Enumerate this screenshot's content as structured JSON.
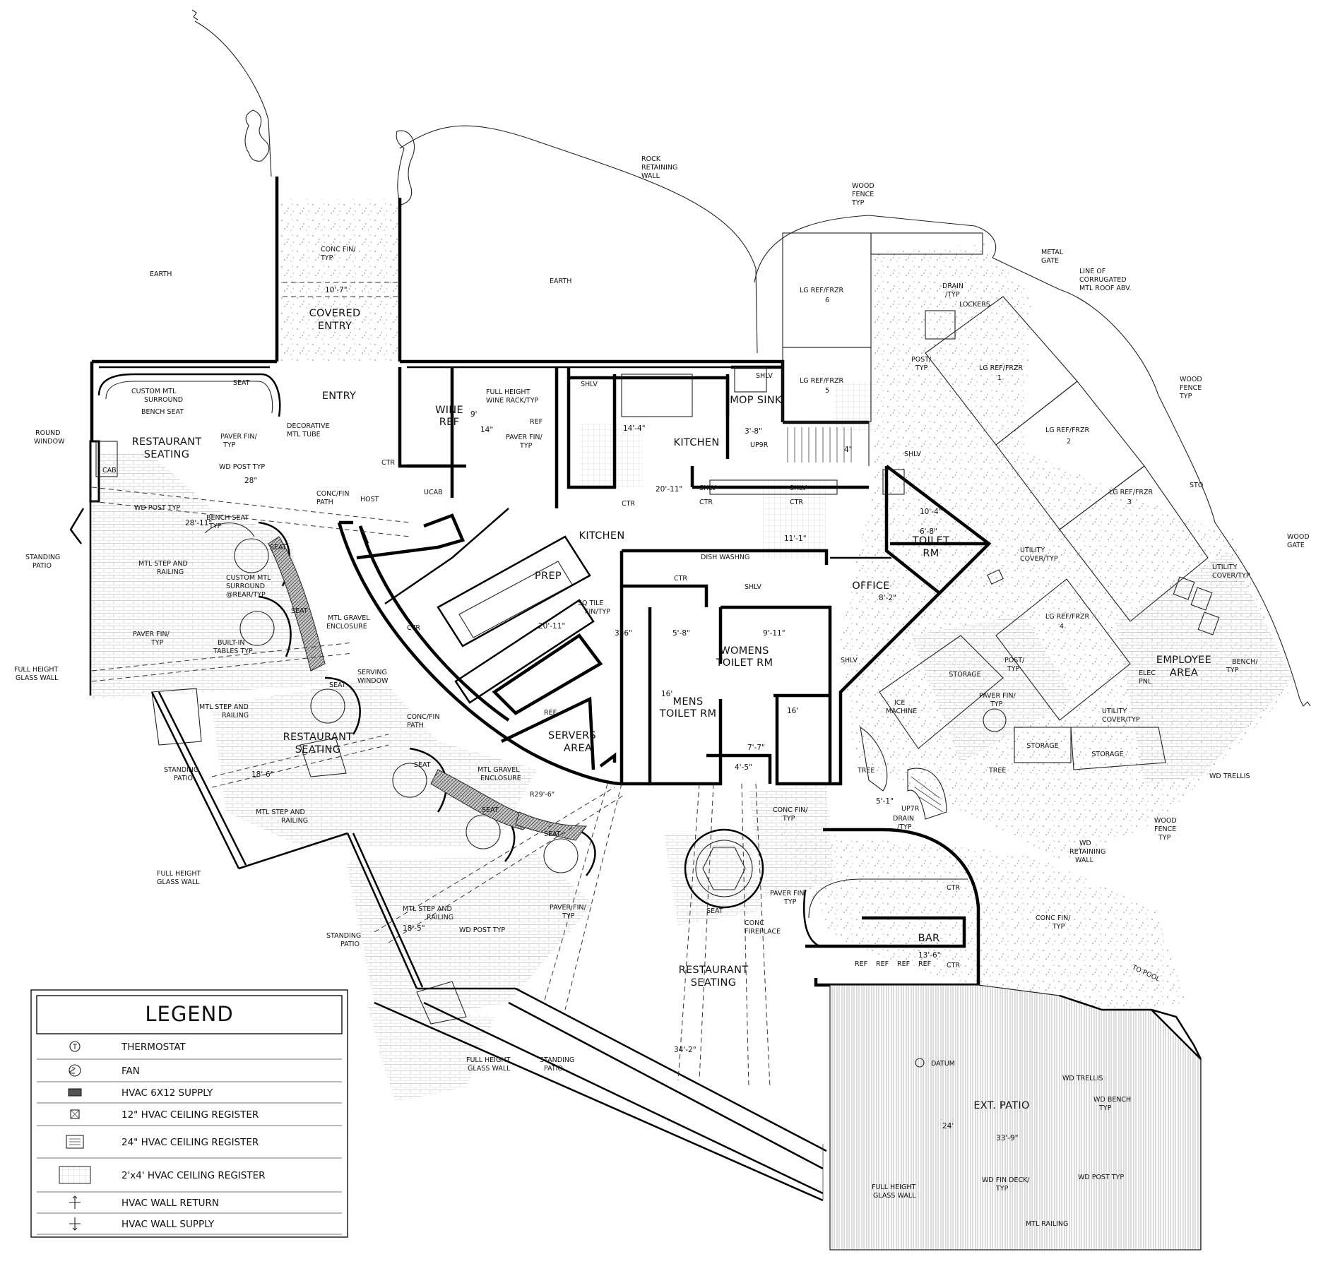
{
  "legend": {
    "title": "LEGEND",
    "items": [
      {
        "symbol": "thermostat-symbol",
        "label": "THERMOSTAT"
      },
      {
        "symbol": "fan-symbol",
        "label": "FAN"
      },
      {
        "symbol": "hvac-supply-symbol",
        "label": "HVAC 6X12 SUPPLY"
      },
      {
        "symbol": "ceiling-register-12-symbol",
        "label": "12\" HVAC CEILING REGISTER"
      },
      {
        "symbol": "ceiling-register-24-symbol",
        "label": "24\" HVAC CEILING REGISTER"
      },
      {
        "symbol": "ceiling-register-2x4-symbol",
        "label": "2'x4' HVAC CEILING REGISTER"
      },
      {
        "symbol": "wall-return-symbol",
        "label": "HVAC WALL RETURN"
      },
      {
        "symbol": "wall-supply-symbol",
        "label": "HVAC WALL SUPPLY"
      }
    ],
    "thermostat_glyph": "T"
  },
  "rooms": {
    "covered_entry_1": "COVERED",
    "covered_entry_2": "ENTRY",
    "entry": "ENTRY",
    "restaurant_seating_west_1": "RESTAURANT",
    "restaurant_seating_west_2": "SEATING",
    "restaurant_seating_mid_1": "RESTAURANT",
    "restaurant_seating_mid_2": "SEATING",
    "restaurant_seating_south_1": "RESTAURANT",
    "restaurant_seating_south_2": "SEATING",
    "wine_ref_1": "WINE",
    "wine_ref_2": "REF",
    "kitchen_north": "KITCHEN",
    "kitchen_main": "KITCHEN",
    "mop_sink": "MOP SINK",
    "prep": "PREP",
    "servers_area_1": "SERVERS",
    "servers_area_2": "AREA",
    "mens_toilet_1": "MENS",
    "mens_toilet_2": "TOILET RM",
    "womens_toilet_1": "WOMENS",
    "womens_toilet_2": "TOILET RM",
    "toilet_rm_1": "TOILET",
    "toilet_rm_2": "RM",
    "office": "OFFICE",
    "bar": "BAR",
    "ext_patio": "EXT. PATIO",
    "employee_area_1": "EMPLOYEE",
    "employee_area_2": "AREA",
    "storage_1": "STORAGE",
    "storage_2": "STORAGE",
    "storage_3": "STORAGE"
  },
  "notes": {
    "rock_wall": [
      "ROCK",
      "RETAINING",
      "WALL"
    ],
    "wood_fence_top": [
      "WOOD",
      "FENCE",
      "TYP"
    ],
    "metal_gate": [
      "METAL",
      "GATE"
    ],
    "corrugated": [
      "LINE OF",
      "CORRUGATED",
      "MTL ROOF ABV."
    ],
    "wood_fence_right": [
      "WOOD",
      "FENCE",
      "TYP"
    ],
    "wood_gate": [
      "WOOD",
      "GATE"
    ],
    "earth_left": "EARTH",
    "earth_mid": "EARTH",
    "conc_fin_top": [
      "CONC FIN/",
      "TYP"
    ],
    "custom_mtl": [
      "CUSTOM MTL",
      "SURROUND"
    ],
    "bench_seat": "BENCH SEAT",
    "seat": "SEAT",
    "round_window": [
      "ROUND",
      "WINDOW"
    ],
    "paver_fin": [
      "PAVER FIN/",
      "TYP"
    ],
    "wd_post": "WD POST TYP",
    "decorative_tube": [
      "DECORATIVE",
      "MTL TUBE"
    ],
    "conc_fin_path": [
      "CONC/FIN",
      "PATH"
    ],
    "host": "HOST",
    "cab": "CAB",
    "wd_post_typ_left": "WD POST TYP",
    "standing_patio": [
      "STANDING",
      "PATIO"
    ],
    "bench_seat_typ": [
      "BENCH SEAT",
      "TYP"
    ],
    "mtl_step_railing": [
      "MTL STEP AND",
      "RAILING"
    ],
    "custom_mtl_rear": [
      "CUSTOM MTL",
      "SURROUND",
      "@REAR/TYP"
    ],
    "mtl_gravel": [
      "MTL GRAVEL",
      "ENCLOSURE"
    ],
    "builtin_tables": [
      "BUILT-IN",
      "TABLES TYP"
    ],
    "serving_window": [
      "SERVING",
      "WINDOW"
    ],
    "full_height_glass": [
      "FULL HEIGHT",
      "GLASS WALL"
    ],
    "full_height_wine": [
      "FULL HEIGHT",
      "WINE RACK/TYP"
    ],
    "ref": "REF",
    "shlv": "SHLV",
    "ctr": "CTR",
    "ucab": "UCAB",
    "lg_ref_frzr": [
      "LG REF/FRZR",
      "6",
      "5",
      "1",
      "2",
      "3",
      "4"
    ],
    "drain_typ": [
      "DRAIN",
      "/TYP"
    ],
    "lockers": "LOCKERS",
    "post_typ": [
      "POST/",
      "TYP"
    ],
    "up9r": "UP9R",
    "dish_washng": "DISH WASHNG",
    "sq_tile": [
      "SQ TILE",
      "FIN/TYP"
    ],
    "utility_cover": [
      "UTILITY",
      "COVER/TYP"
    ],
    "sto": "STO",
    "storage_note": "STORAGE",
    "elec_pnl": [
      "ELEC",
      "PNL"
    ],
    "ice_machine": [
      "ICE",
      "MACHINE"
    ],
    "tree": "TREE",
    "bench_typ": [
      "BENCH/",
      "TYP"
    ],
    "wd_trellis": "WD TRELLIS",
    "wd_retaining": [
      "WD",
      "RETAINING",
      "WALL"
    ],
    "up7r": "UP7R",
    "conc_fireplace": [
      "CONC",
      "FIREPLACE"
    ],
    "to_pool": "TO POOL",
    "datum": "DATUM",
    "wd_bench_typ": [
      "WD BENCH",
      "TYP"
    ],
    "wd_post_typ_right": "WD POST TYP",
    "wd_fin_deck": [
      "WD FIN DECK/",
      "TYP"
    ],
    "mtl_railing": "MTL RAILING",
    "r29": "R29'-6\""
  },
  "dimensions": {
    "d10_7": "10'-7\"",
    "d28": "28\"",
    "d28_11": "28'-11\"",
    "d9": "9'",
    "d14": "14\"",
    "d14_4": "14'-4\"",
    "d3_8": "3'-8\"",
    "d4": "4\"",
    "d20_11a": "20'-11\"",
    "d20_11b": "20'-11\"",
    "d10_4": "10'-4\"",
    "d11_1": "11'-1\"",
    "d6_8": "6'-8\"",
    "d8_2": "8'-2\"",
    "d3_6": "3'-6\"",
    "d5_8": "5'-8\"",
    "d9_11": "9'-11\"",
    "d16a": "16'",
    "d16b": "16'",
    "d7_7": "7'-7\"",
    "d4_5": "4'-5\"",
    "d18_6": "18'-6\"",
    "d18_5": "18'-5\"",
    "d5_1": "5'-1\"",
    "d13_6": "13'-6\"",
    "d34_2": "34'-2\"",
    "d24": "24'",
    "d33_9": "33'-9\""
  }
}
